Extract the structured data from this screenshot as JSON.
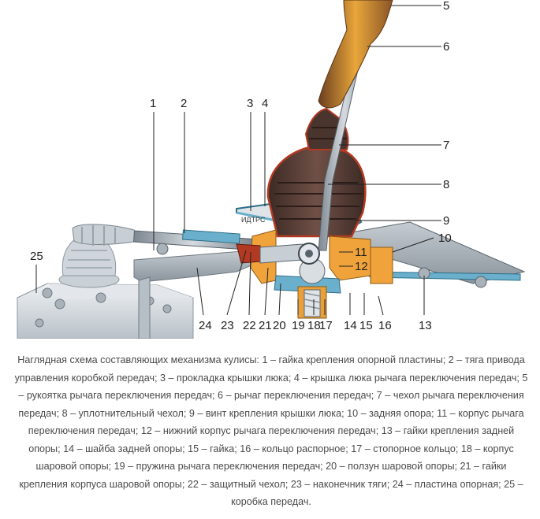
{
  "diagram": {
    "parts": [
      {
        "num": "1",
        "name": "гайка крепления опорной пластины"
      },
      {
        "num": "2",
        "name": "тяга привода управления коробкой передач"
      },
      {
        "num": "3",
        "name": "прокладка крышки люка"
      },
      {
        "num": "4",
        "name": "крышка люка рычага переключения передач"
      },
      {
        "num": "5",
        "name": "рукоятка рычага переключения передач"
      },
      {
        "num": "6",
        "name": "рычаг переключения передач"
      },
      {
        "num": "7",
        "name": "чехол рычага переключения передач"
      },
      {
        "num": "8",
        "name": "уплотнительный чехол"
      },
      {
        "num": "9",
        "name": "винт крепления крышки люка"
      },
      {
        "num": "10",
        "name": "задняя опора"
      },
      {
        "num": "11",
        "name": "корпус рычага переключения передач"
      },
      {
        "num": "12",
        "name": "нижний корпус рычага переключения передач"
      },
      {
        "num": "13",
        "name": "гайки крепления задней опоры"
      },
      {
        "num": "14",
        "name": "шайба задней опоры"
      },
      {
        "num": "15",
        "name": "гайка"
      },
      {
        "num": "16",
        "name": "кольцо распорное"
      },
      {
        "num": "17",
        "name": "стопорное кольцо"
      },
      {
        "num": "18",
        "name": "корпус шаровой опоры"
      },
      {
        "num": "19",
        "name": "пружина рычага переключения передач"
      },
      {
        "num": "20",
        "name": "ползун шаровой опоры"
      },
      {
        "num": "21",
        "name": "гайки крепления корпуса шаровой опоры"
      },
      {
        "num": "22",
        "name": "защитный чехол"
      },
      {
        "num": "23",
        "name": "наконечник тяги"
      },
      {
        "num": "24",
        "name": "пластина опорная"
      },
      {
        "num": "25",
        "name": "коробка передач"
      }
    ],
    "stamp_text": "ИДТРС",
    "colors": {
      "housing": "#dce1e6",
      "rod": "#a9b2ba",
      "boot": "#5a3e36",
      "boot_red": "#b33a22",
      "handle": "#e8a63a",
      "cover_blue": "#6ab0cc",
      "orange": "#f0a33b",
      "plate": "#9aa4ad"
    }
  },
  "caption": "Наглядная схема составляющих механизма кулисы: 1 – гайка крепления опорной пластины; 2 – тяга привода управления коробкой передач; 3 – прокладка крышки люка; 4 – крышка люка рычага переключения передач; 5 – рукоятка рычага переключения передач; 6 – рычаг переключения передач; 7 – чехол рычага переключения передач; 8 – уплотнительный чехол; 9 – винт крепления крышки люка; 10 – задняя опора; 11 – корпус рычага переключения передач; 12 – нижний корпус рычага переключения передач; 13 – гайки крепления задней опоры; 14 – шайба задней опоры; 15 – гайка; 16 – кольцо распорное; 17 – стопорное кольцо; 18 – корпус шаровой опоры; 19 – пружина рычага переключения передач; 20 – ползун шаровой опоры; 21 – гайки крепления корпуса шаровой опоры; 22 – защитный чехол; 23 – наконечник тяги; 24 – пластина опорная; 25 – коробка передач."
}
